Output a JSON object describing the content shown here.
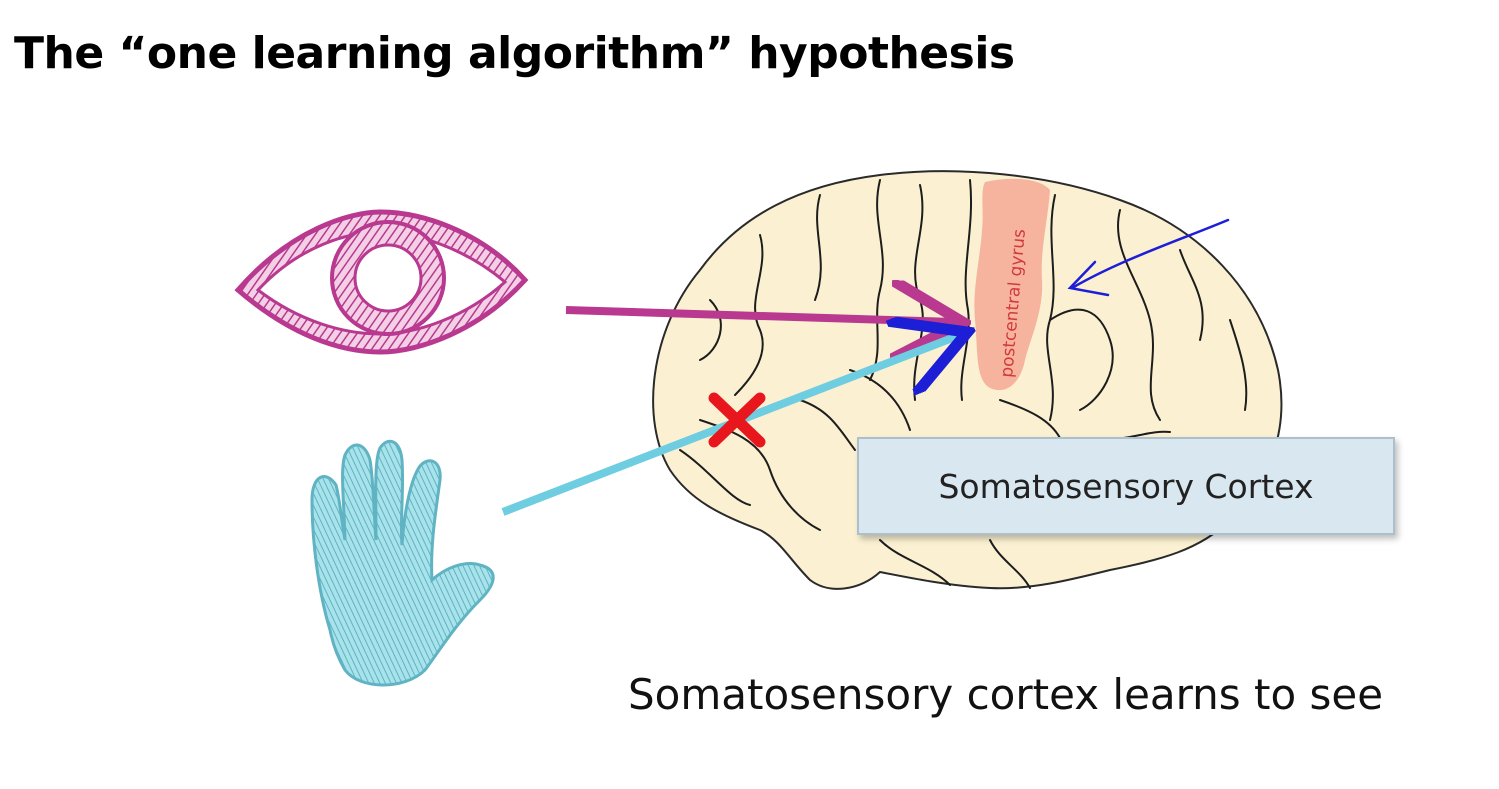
{
  "slide": {
    "title": "The “one learning algorithm” hypothesis",
    "annotation_gyrus": "postcentral gyrus",
    "box_label": "Somatosensory Cortex",
    "caption": "Somatosensory cortex learns to see"
  },
  "colors": {
    "eye": "#b8398f",
    "hand": "#7cd0dc",
    "brain_fill": "#fbf1d2",
    "gyrus_highlight": "#f5a592",
    "blue_arrow": "#1c1fd6",
    "cross": "#e8161d",
    "box_fill": "#d9e8f0"
  },
  "icons": {
    "eye": "eye-icon",
    "hand": "hand-icon",
    "brain": "brain-illustration",
    "cross": "cross-mark-icon"
  }
}
